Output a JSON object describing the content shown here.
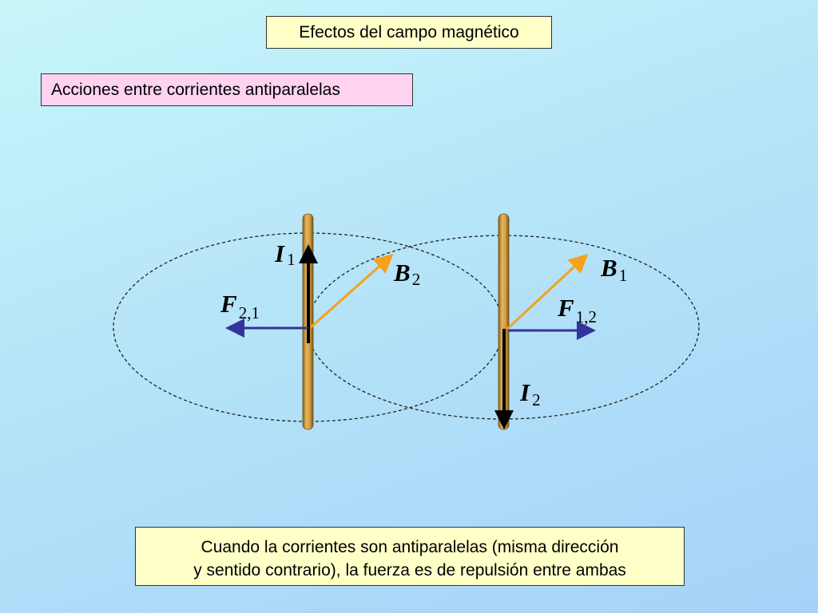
{
  "header": {
    "title": "Efectos del campo magnético",
    "subtitle": "Acciones entre corrientes antiparalelas"
  },
  "labels": {
    "i1": {
      "sym": "I",
      "sub": "1"
    },
    "b2": {
      "sym": "B",
      "sub": "2"
    },
    "f21": {
      "sym": "F",
      "sub": "2,1"
    },
    "b1": {
      "sym": "B",
      "sub": "1"
    },
    "f12": {
      "sym": "F",
      "sub": "1,2"
    },
    "i2": {
      "sym": "I",
      "sub": "2"
    }
  },
  "caption": {
    "line1": "Cuando la corrientes son antiparalelas (misma dirección",
    "line2": "y sentido contrario), la fuerza es de repulsión entre ambas"
  },
  "colors": {
    "wire": "#d8a448",
    "field_vector": "#f7a01c",
    "force_vector": "#33339a",
    "current_vector": "#000000",
    "field_line": "#222222"
  }
}
